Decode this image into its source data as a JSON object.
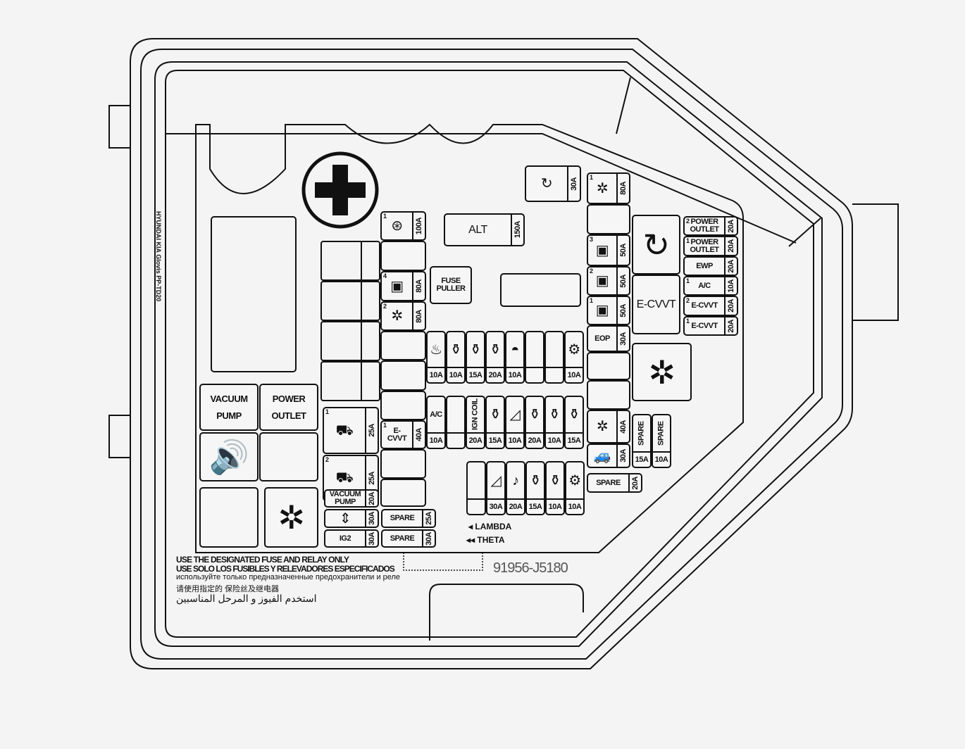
{
  "brand": {
    "logos": [
      "HYUNDAI",
      "KIA",
      "Glovis"
    ],
    "code": "PP-TD20"
  },
  "fuses": [
    {
      "id": "vacuum-pump-relay",
      "label": "VACUUM\nPUMP"
    },
    {
      "id": "power-outlet-relay",
      "label": "POWER\nOUTLET"
    },
    {
      "id": "horn-relay",
      "icon": "🔊"
    },
    {
      "id": "empty-relay-1",
      "label": ""
    },
    {
      "id": "empty-relay-2",
      "label": ""
    },
    {
      "id": "fan-relay",
      "icon": "✲"
    },
    {
      "id": "abs-1",
      "num": "1",
      "icon": "⛟",
      "rating": "25A"
    },
    {
      "id": "abs-2",
      "num": "2",
      "icon": "⛟",
      "rating": "25A"
    },
    {
      "id": "vacuum-pump-fuse",
      "label": "VACUUM\nPUMP",
      "rating": "20A"
    },
    {
      "id": "4wd-fuse",
      "icon": "⇕",
      "rating": "30A"
    },
    {
      "id": "ig2-fuse",
      "label": "IG2",
      "rating": "30A"
    },
    {
      "id": "spare-25a",
      "label": "SPARE",
      "rating": "25A"
    },
    {
      "id": "spare-30a",
      "label": "SPARE",
      "rating": "30A"
    },
    {
      "id": "mdps-fuse",
      "num": "1",
      "icon": "⊛",
      "rating": "100A"
    },
    {
      "id": "col-empty-1",
      "label": ""
    },
    {
      "id": "battery-4",
      "num": "4",
      "icon": "▣",
      "rating": "80A"
    },
    {
      "id": "fan-2",
      "num": "2",
      "icon": "✲",
      "rating": "80A"
    },
    {
      "id": "col-empty-2",
      "label": ""
    },
    {
      "id": "col-empty-3",
      "label": ""
    },
    {
      "id": "col-empty-4",
      "label": ""
    },
    {
      "id": "e-cvvt-1",
      "num": "1",
      "label": "E-\nCVVT",
      "rating": "40A"
    },
    {
      "id": "col-empty-5",
      "label": ""
    },
    {
      "id": "col-empty-6",
      "label": ""
    },
    {
      "id": "fuse-puller",
      "label": "FUSE\nPULLER"
    },
    {
      "id": "alt",
      "label": "ALT",
      "rating": "150A"
    },
    {
      "id": "blank-slot",
      "label": ""
    },
    {
      "id": "r1-defog",
      "icon": "♨",
      "rating": "10A"
    },
    {
      "id": "r1-ecu1",
      "icon": "⚱",
      "rating": "10A"
    },
    {
      "id": "r1-ecu2",
      "icon": "⚱",
      "rating": "15A"
    },
    {
      "id": "r1-ecu3",
      "icon": "⚱",
      "rating": "20A"
    },
    {
      "id": "r1-lamp",
      "icon": "◓",
      "rating": "10A"
    },
    {
      "id": "r1-empty1",
      "label": "",
      "rating": ""
    },
    {
      "id": "r1-empty2",
      "label": "",
      "rating": ""
    },
    {
      "id": "r1-wiper",
      "icon": "⚙",
      "rating": "10A"
    },
    {
      "id": "r2-ac",
      "label": "A/C",
      "rating": "10A"
    },
    {
      "id": "r2-empty",
      "label": "",
      "rating": ""
    },
    {
      "id": "r2-ign-coil",
      "label": "IGN COIL",
      "rating": "20A"
    },
    {
      "id": "r2-ecu",
      "icon": "⚱",
      "rating": "15A"
    },
    {
      "id": "r2-wiper",
      "icon": "◿",
      "rating": "10A"
    },
    {
      "id": "r2-ecu2",
      "icon": "⚱",
      "rating": "20A"
    },
    {
      "id": "r2-ecu3",
      "icon": "⚱",
      "rating": "10A"
    },
    {
      "id": "r2-ecu4",
      "icon": "⚱",
      "rating": "15A"
    },
    {
      "id": "r3-empty",
      "label": "",
      "rating": ""
    },
    {
      "id": "r3-wiper",
      "icon": "◿",
      "rating": "30A"
    },
    {
      "id": "r3-horn",
      "icon": "♪",
      "rating": "20A"
    },
    {
      "id": "r3-ecu1",
      "icon": "⚱",
      "rating": "15A"
    },
    {
      "id": "r3-ecu2",
      "icon": "⚱",
      "rating": "10A"
    },
    {
      "id": "r3-sensor",
      "icon": "⚙",
      "rating": "10A"
    },
    {
      "id": "start-30a",
      "icon": "↻",
      "rating": "30A"
    },
    {
      "id": "rc-fan-1",
      "num": "1",
      "icon": "✲",
      "rating": "80A"
    },
    {
      "id": "rc-empty-1",
      "label": ""
    },
    {
      "id": "rc-batt-3",
      "num": "3",
      "icon": "▣",
      "rating": "50A"
    },
    {
      "id": "rc-batt-2",
      "num": "2",
      "icon": "▣",
      "rating": "50A"
    },
    {
      "id": "rc-batt-1",
      "num": "1",
      "icon": "▣",
      "rating": "50A"
    },
    {
      "id": "eop",
      "label": "EOP",
      "rating": "30A"
    },
    {
      "id": "rc-empty-2",
      "label": ""
    },
    {
      "id": "rc-empty-3",
      "label": ""
    },
    {
      "id": "rc-blower",
      "icon": "✲",
      "rating": "40A"
    },
    {
      "id": "rc-car",
      "icon": "🚙",
      "rating": "30A"
    },
    {
      "id": "start-relay",
      "icon": "↻"
    },
    {
      "id": "e-cvvt-relay",
      "label": "E-CVVT"
    },
    {
      "id": "power-outlet-2",
      "num": "2",
      "label": "POWER\nOUTLET",
      "rating": "20A"
    },
    {
      "id": "power-outlet-1",
      "num": "1",
      "label": "POWER\nOUTLET",
      "rating": "20A"
    },
    {
      "id": "ewp",
      "label": "EWP",
      "rating": "20A"
    },
    {
      "id": "ac-1",
      "num": "1",
      "label": "A/C",
      "rating": "10A"
    },
    {
      "id": "e-cvvt-2",
      "num": "2",
      "label": "E-CVVT",
      "rating": "20A"
    },
    {
      "id": "e-cvvt-1b",
      "num": "1",
      "label": "E-CVVT",
      "rating": "20A"
    },
    {
      "id": "cooling-fan-relay",
      "icon": "✲"
    },
    {
      "id": "spare-15a",
      "label": "SPARE",
      "rating": "15A"
    },
    {
      "id": "spare-10a",
      "label": "SPARE",
      "rating": "10A"
    },
    {
      "id": "spare-20a",
      "label": "SPARE",
      "rating": "20A"
    }
  ],
  "legend": {
    "lambda": "◂ LAMBDA",
    "theta": "◂◂ THETA"
  },
  "footer": {
    "en": "USE THE DESIGNATED FUSE AND RELAY ONLY",
    "es": "USE SOLO LOS FUSIBLES Y RELEVADORES ESPECIFICADOS",
    "ru": "используйте только предназначенные предохранители и реле",
    "zh": "请使用指定的 保险丝及继电器",
    "ar": "استخدم الفيوز و المرحل المناسبين",
    "part_number": "91956-J5180"
  }
}
